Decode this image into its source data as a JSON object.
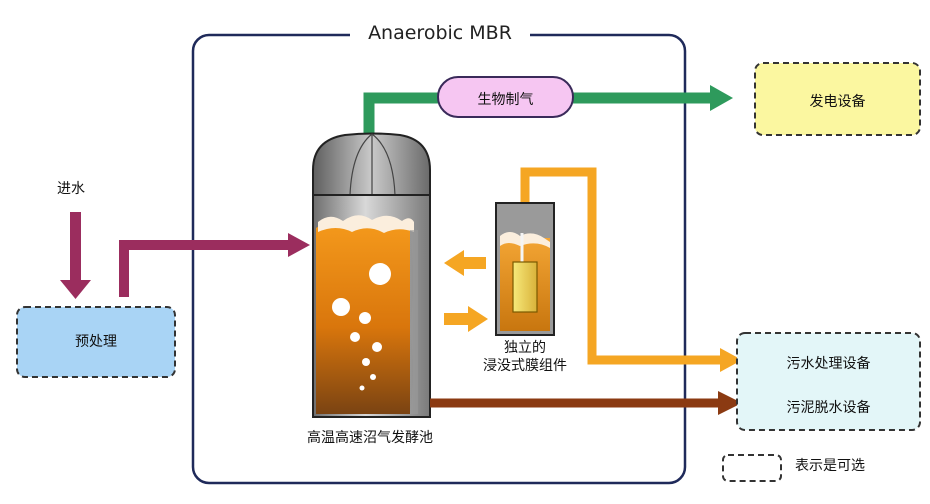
{
  "frame": {
    "title": "Anaerobic MBR"
  },
  "nodes": {
    "influent": "进水",
    "pretreatment": "预处理",
    "biogas": "生物制气",
    "power": "发电设备",
    "digester": "高温高速沼气发酵池",
    "membrane_line1": "独立的",
    "membrane_line2": "浸没式膜组件",
    "wastewater": "污水处理设备",
    "sludge": "污泥脱水设备"
  },
  "legend": {
    "optional": "表示是可选"
  },
  "colors": {
    "frame": "#1f2a5a",
    "magenta_arrow": "#9b2d5e",
    "green_arrow": "#2e9a5c",
    "orange_arrow": "#f5a623",
    "brown_arrow": "#8b3a12",
    "pretreat_fill": "#a9d4f5",
    "power_fill": "#fbf7a0",
    "biogas_fill": "#f6c6f2",
    "wastewater_fill": "#e3f6f8",
    "tank_liquid": "#e07a10",
    "tank_dome": "#8a8a8a"
  }
}
